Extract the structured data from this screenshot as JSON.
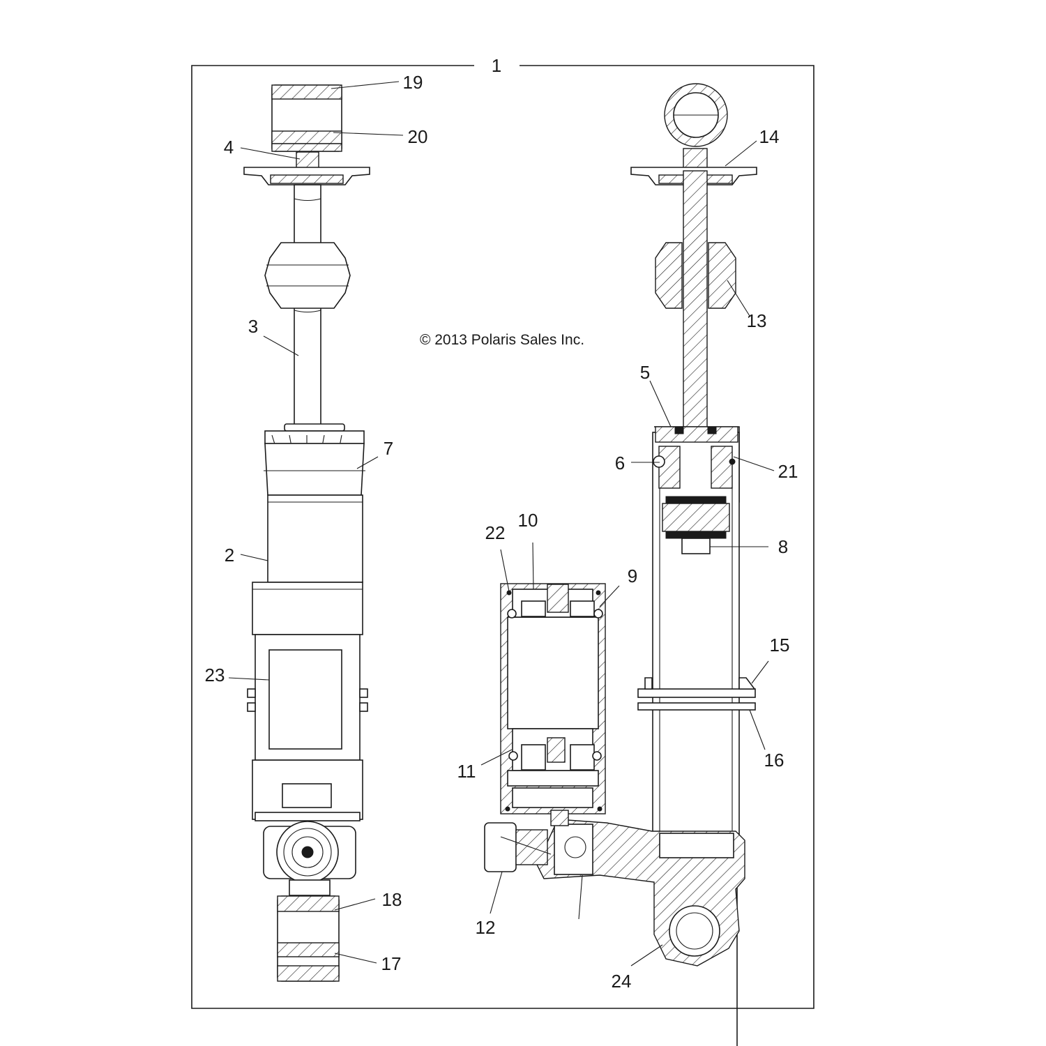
{
  "copyright": "© 2013 Polaris Sales Inc.",
  "assembly_callout": "1",
  "callouts": [
    {
      "id": "2",
      "label": "2"
    },
    {
      "id": "3",
      "label": "3"
    },
    {
      "id": "4",
      "label": "4"
    },
    {
      "id": "5",
      "label": "5"
    },
    {
      "id": "6",
      "label": "6"
    },
    {
      "id": "7",
      "label": "7"
    },
    {
      "id": "8",
      "label": "8"
    },
    {
      "id": "9",
      "label": "9"
    },
    {
      "id": "10",
      "label": "10"
    },
    {
      "id": "11",
      "label": "11"
    },
    {
      "id": "12",
      "label": "12"
    },
    {
      "id": "13",
      "label": "13"
    },
    {
      "id": "14",
      "label": "14"
    },
    {
      "id": "15",
      "label": "15"
    },
    {
      "id": "16",
      "label": "16"
    },
    {
      "id": "17",
      "label": "17"
    },
    {
      "id": "18",
      "label": "18"
    },
    {
      "id": "19",
      "label": "19"
    },
    {
      "id": "20",
      "label": "20"
    },
    {
      "id": "21",
      "label": "21"
    },
    {
      "id": "22",
      "label": "22"
    },
    {
      "id": "23",
      "label": "23"
    },
    {
      "id": "24",
      "label": "24"
    }
  ]
}
